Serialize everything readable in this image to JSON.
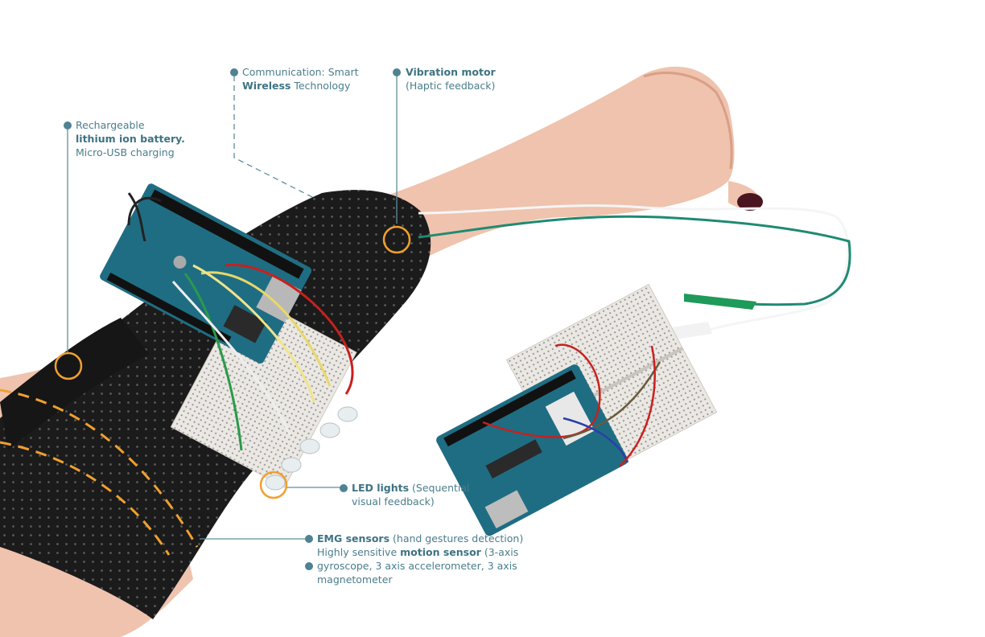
{
  "callouts": {
    "battery": {
      "line1": "Rechargeable",
      "line2_bold": "lithium ion battery.",
      "line3": "Micro-USB charging"
    },
    "communication": {
      "line1": "Communication: Smart",
      "line2_bold": "Wireless",
      "line2_rest": " Technology"
    },
    "vibration": {
      "line1_bold": "Vibration motor",
      "line2": "(Haptic feedback)"
    },
    "led": {
      "line1_bold": "LED lights",
      "line1_rest": " (Sequential",
      "line2": "visual feedback)"
    },
    "emg": {
      "line1_bold": "EMG sensors",
      "line1_rest": " (hand gestures detection)",
      "line2_pre": "Highly sensitive ",
      "line2_bold": "motion sensor",
      "line2_rest": " (3-axis",
      "line3": "gyroscope, 3 axis accelerometer, 3 axis",
      "line4": "magnetometer"
    }
  },
  "colors": {
    "callout_text": "#4a7d8c",
    "callout_line": "#5e8f9c",
    "highlight_circle": "#f0a030",
    "sleeve": "#1a1a1a",
    "skin": "#f0c7b3",
    "arduino": "#1f6d83",
    "breadboard": "#ece9e4"
  }
}
